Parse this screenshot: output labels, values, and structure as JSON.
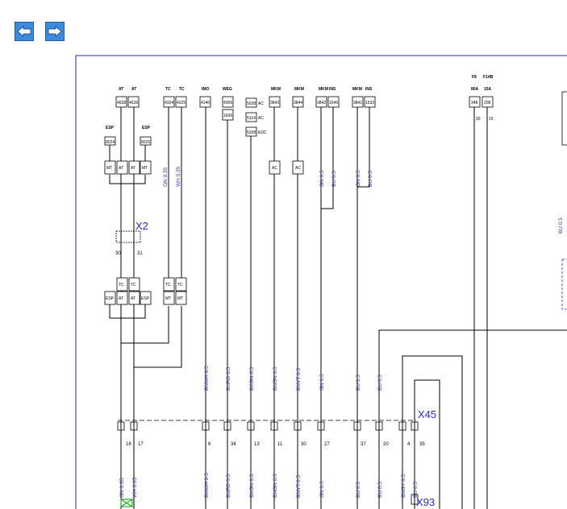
{
  "toolbar": {
    "back_icon": "arrow-left-icon",
    "forward_icon": "arrow-right-icon",
    "button_color": "#3a8be0"
  },
  "diagram": {
    "frame_color": "#2222cc",
    "top_labels": [
      "AT",
      "AT",
      "TC",
      "TC",
      "IMO",
      "WEG",
      "MKM",
      "MKM",
      "MKM",
      "INS",
      "MKM",
      "INS",
      "F8",
      "F14B",
      "80A",
      "15A"
    ],
    "top_boxes": [
      "4638",
      "4639",
      "4324",
      "4325",
      "4140",
      "4306",
      "5028",
      "5114",
      "5208",
      "3843",
      "3844",
      "3842",
      "1545",
      "3841",
      "1532",
      "348",
      "208"
    ],
    "box_side_labels": [
      "AC",
      "AC",
      "EDC",
      "30",
      "15",
      "1606"
    ],
    "esp_labels": [
      "ESP",
      "ESP",
      "8024",
      "8025"
    ],
    "module_labels": [
      "MT",
      "AT",
      "AT",
      "MT",
      "AC",
      "AC",
      "TC",
      "TC",
      "ESP",
      "AT",
      "AT",
      "ESP",
      "TC",
      "TC",
      "MT",
      "MT"
    ],
    "wire_labels_upper": [
      "GN 0.35",
      "WH 0.35",
      "GN 0.5",
      "BU 0.5",
      "GN 0.5",
      "BU 0.5",
      "BU 0.5"
    ],
    "wire_labels_mid": [
      "BNWH 0.5",
      "BURD 0.5",
      "BKGN 0.5",
      "BNGN 0.5",
      "BNVT 0.5",
      "GN 0.5",
      "BU 0.5",
      "BU 0.5"
    ],
    "wire_labels_lower": [
      "GN 0.35",
      "WH 0.35",
      "BNWH 0.5",
      "BURD 0.5",
      "BKGN 0.5",
      "BNGN 0.5",
      "BNVT 0.5",
      "GN 0.5",
      "BU 0.5",
      "BU 0.5",
      "BNGY 0.5",
      "BU 0.5"
    ],
    "connector_x2": "X2",
    "x2_pins": [
      "30",
      "31"
    ],
    "connector_x45": "X45",
    "x45_pins": [
      "16",
      "17",
      "6",
      "34",
      "13",
      "11",
      "30",
      "27",
      "37",
      "20",
      "4",
      "35"
    ],
    "connector_x93": "X93"
  }
}
